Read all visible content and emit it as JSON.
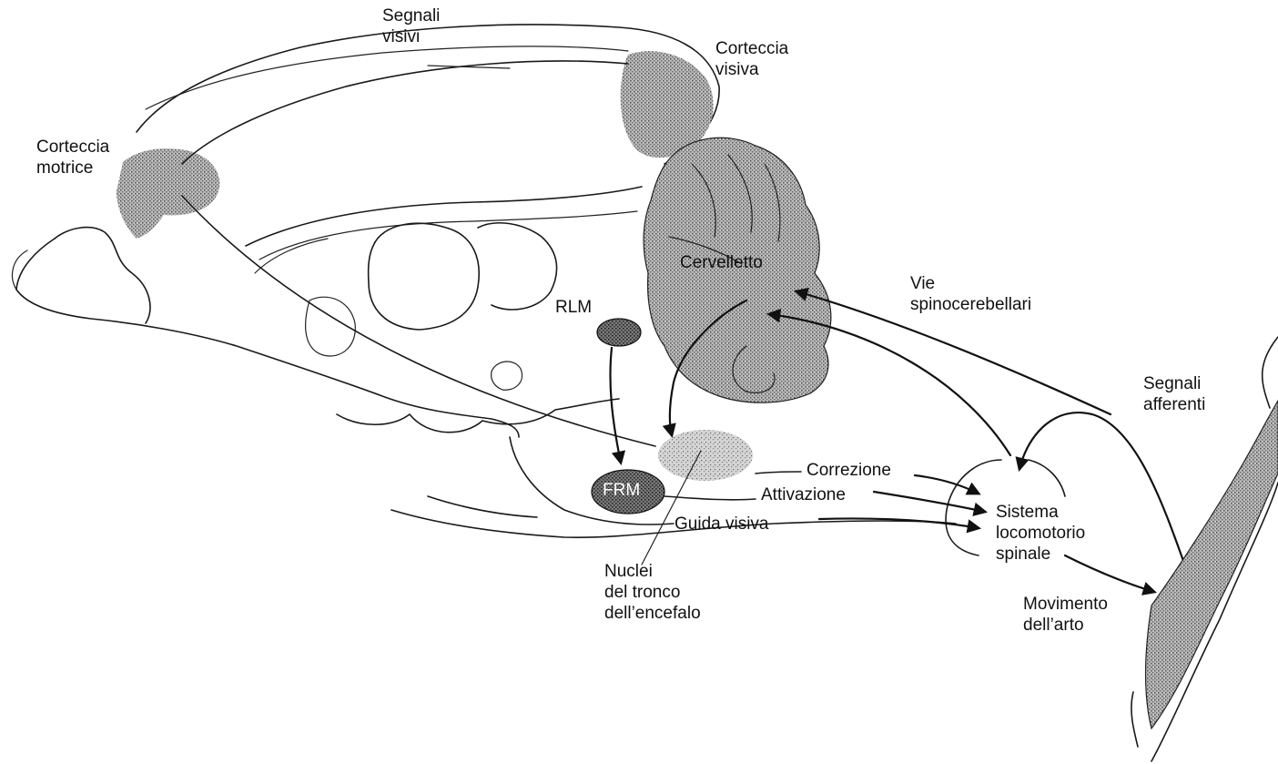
{
  "colors": {
    "line": "#1a1a1a",
    "stipple_region": "#8c8c8c",
    "dark_nucleus": "#2b2b2b",
    "background": "#ffffff"
  },
  "labels": {
    "segnali_visivi": "Segnali\nvisivi",
    "corteccia_visiva": "Corteccia\nvisiva",
    "corteccia_motrice": "Corteccia\nmotrice",
    "cervelletto": "Cervelletto",
    "vie_spinocerebellari": "Vie\nspinocerebellari",
    "rlm": "RLM",
    "frm": "FRM",
    "segnali_afferenti": "Segnali\nafferenti",
    "correzione": "Correzione",
    "attivazione": "Attivazione",
    "guida_visiva": "Guida visiva",
    "sistema_locomotorio": "Sistema\nlocomotorio\nspinale",
    "nuclei_tronco": "Nuclei\ndel tronco\ndell’encefalo",
    "movimento_arto": "Movimento\ndell’arto"
  }
}
